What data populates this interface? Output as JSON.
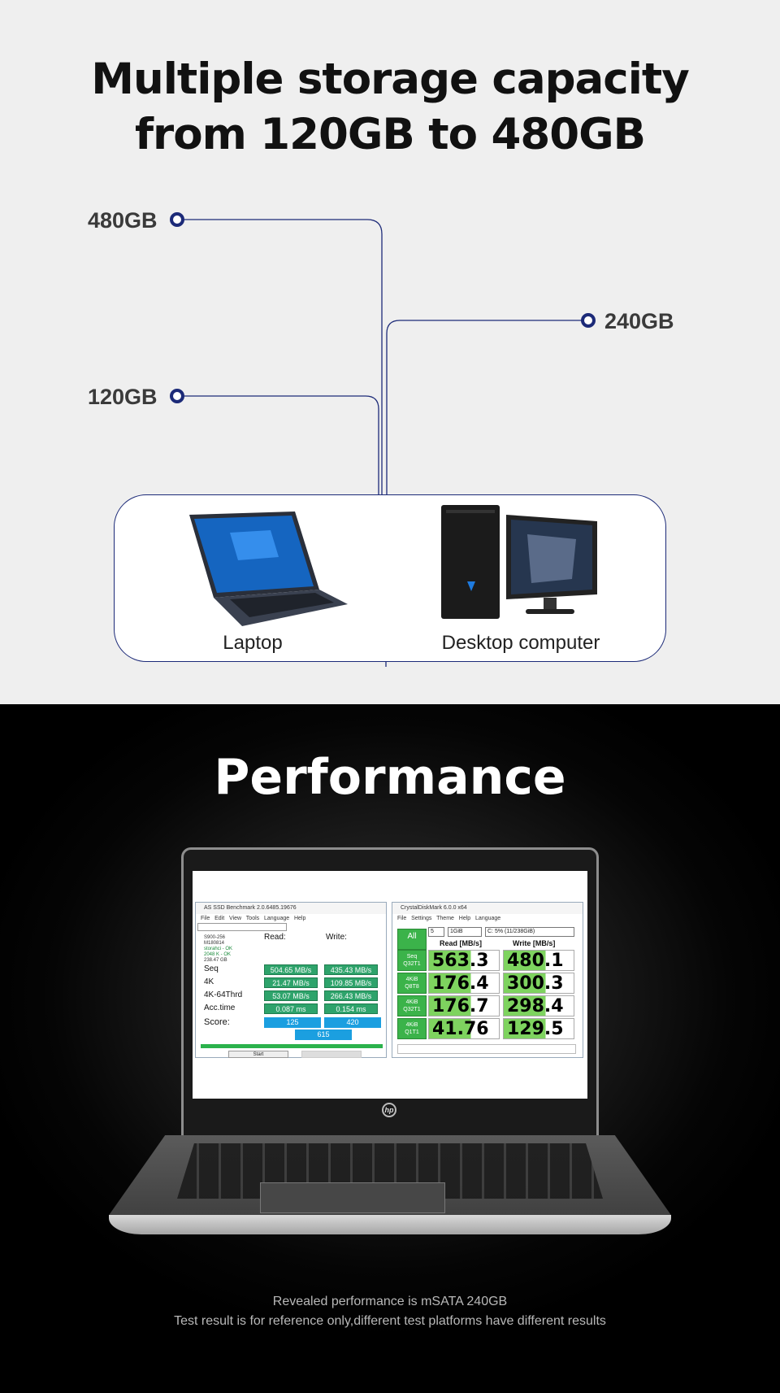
{
  "capacity": {
    "title_line1": "Multiple storage capacity",
    "title_line2": "from 120GB to 480GB",
    "labels": {
      "c480": "480GB",
      "c240": "240GB",
      "c120": "120GB"
    },
    "devices": {
      "laptop": "Laptop",
      "desktop": "Desktop computer"
    },
    "accent": "#1c2a78"
  },
  "performance": {
    "title": "Performance",
    "note_line1": "Revealed performance is mSATA 240GB",
    "note_line2": "Test result is for reference only,different test platforms have different results",
    "as_ssd": {
      "window_title": "AS SSD Benchmark 2.0.6485.19676",
      "menu": [
        "File",
        "Edit",
        "View",
        "Tools",
        "Language",
        "Help"
      ],
      "info": [
        "S900-256",
        "M180814",
        "storahci - OK",
        "2048 K - OK",
        "238.47 GB"
      ],
      "read_header": "Read:",
      "write_header": "Write:",
      "rows": [
        {
          "label": "Seq",
          "read": "504.65 MB/s",
          "write": "435.43 MB/s"
        },
        {
          "label": "4K",
          "read": "21.47 MB/s",
          "write": "109.85 MB/s"
        },
        {
          "label": "4K-64Thrd",
          "read": "53.07 MB/s",
          "write": "266.43 MB/s"
        },
        {
          "label": "Acc.time",
          "read": "0.087 ms",
          "write": "0.154 ms"
        }
      ],
      "score_label": "Score:",
      "score_read": "125",
      "score_write": "420",
      "score_total": "615",
      "start_label": "Start"
    },
    "cdm": {
      "window_title": "CrystalDiskMark 6.0.0 x64",
      "menu": [
        "File",
        "Settings",
        "Theme",
        "Help",
        "Language"
      ],
      "all_label": "All",
      "count": "5",
      "size": "1GiB",
      "drive": "C: 5% (11/238GiB)",
      "read_header": "Read [MB/s]",
      "write_header": "Write [MB/s]",
      "rows": [
        {
          "label": "Seq Q32T1",
          "read": "563.3",
          "write": "480.1"
        },
        {
          "label": "4KiB Q8T8",
          "read": "176.4",
          "write": "300.3"
        },
        {
          "label": "4KiB Q32T1",
          "read": "176.7",
          "write": "298.4"
        },
        {
          "label": "4KiB Q1T1",
          "read": "41.76",
          "write": "129.5"
        }
      ]
    }
  }
}
